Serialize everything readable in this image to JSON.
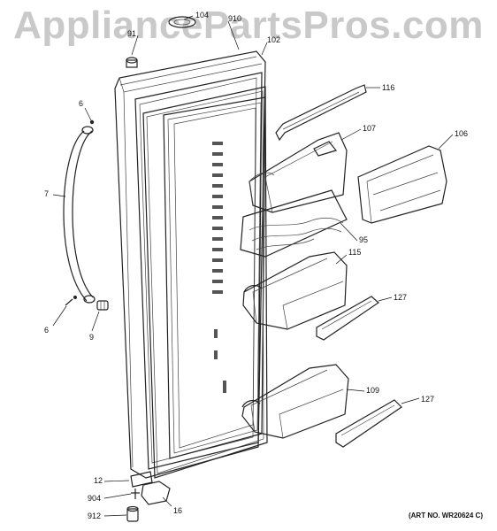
{
  "watermark": "AppliancePartsPros.com",
  "art_number": "(ART NO. WR20624 C)",
  "callouts": {
    "c104": "104",
    "c910": "910",
    "c91": "91",
    "c102": "102",
    "c116": "116",
    "c107": "107",
    "c106": "106",
    "c6a": "6",
    "c7": "7",
    "c95": "95",
    "c115": "115",
    "c127a": "127",
    "c6b": "6",
    "c9": "9",
    "c109": "109",
    "c127b": "127",
    "c12": "12",
    "c904": "904",
    "c16": "16",
    "c912": "912"
  }
}
